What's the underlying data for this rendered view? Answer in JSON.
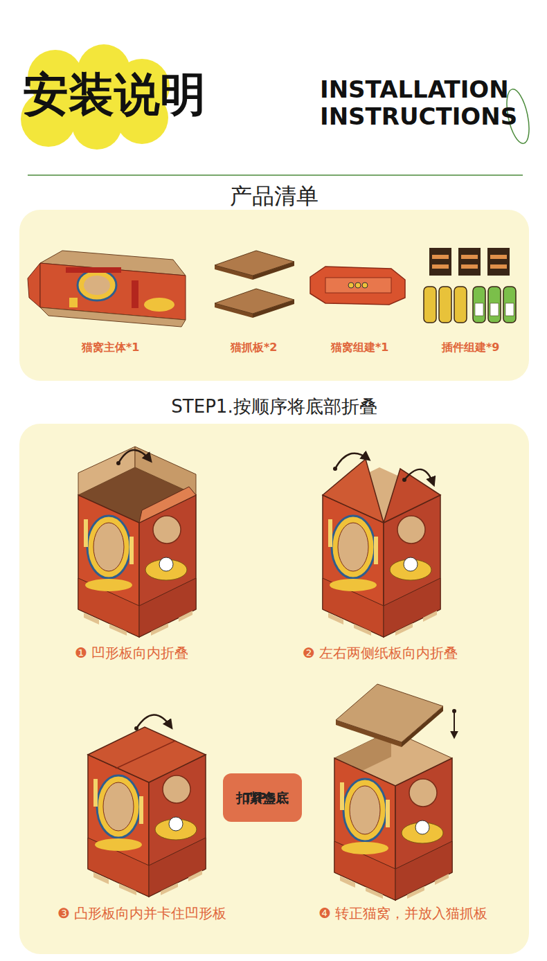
{
  "diagram": {
    "title": "安装说明",
    "nodes": [
      {
        "text": [
          "产品清单"
        ]
      },
      {
        "text": [
          "STEP1.按顺序将底部折叠"
        ]
      },
      {
        "text": [
          "TIPS:",
          "扣紧盒底"
        ],
        "in": 1
      }
    ],
    "labels": [
      "INSTALLATION INSTRUCTIONS",
      "猫窝主体*1",
      "猫抓板*2",
      "猫窝组建*1",
      "插件组建*9",
      "❶",
      "凹形板向内折叠",
      "❷",
      "左右两侧纸板向内折叠",
      "❸",
      "凸形板向内并卡住凹形板",
      "❹",
      "转正猫窝，并放入猫抓板"
    ]
  }
}
